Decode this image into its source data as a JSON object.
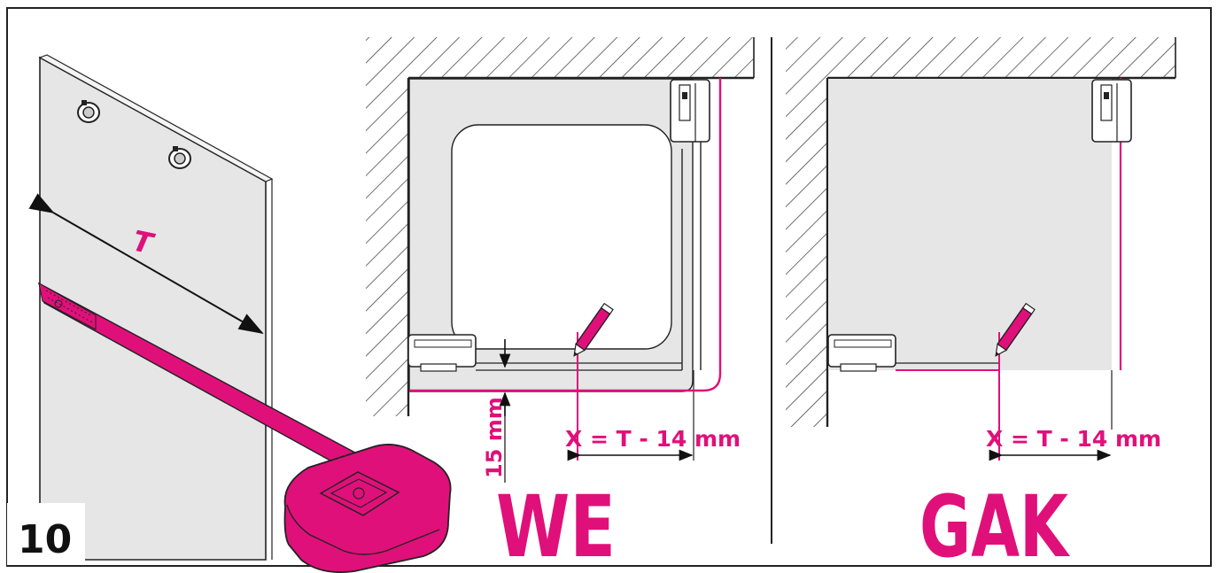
{
  "step_number": "10",
  "dimension_label": "T",
  "formula": "X = T - 14 mm",
  "offset_label": "15 mm",
  "panels": [
    {
      "id": "we",
      "label": "WE"
    },
    {
      "id": "gak",
      "label": "GAK"
    }
  ],
  "colors": {
    "accent": "#e0107a",
    "wall_fill": "#e6e6e6",
    "line": "#222222",
    "frame": "#222222"
  },
  "icons": {
    "tape_measure": "tape-measure-icon",
    "pencil": "pencil-icon",
    "wall_hatching": "hatching"
  }
}
